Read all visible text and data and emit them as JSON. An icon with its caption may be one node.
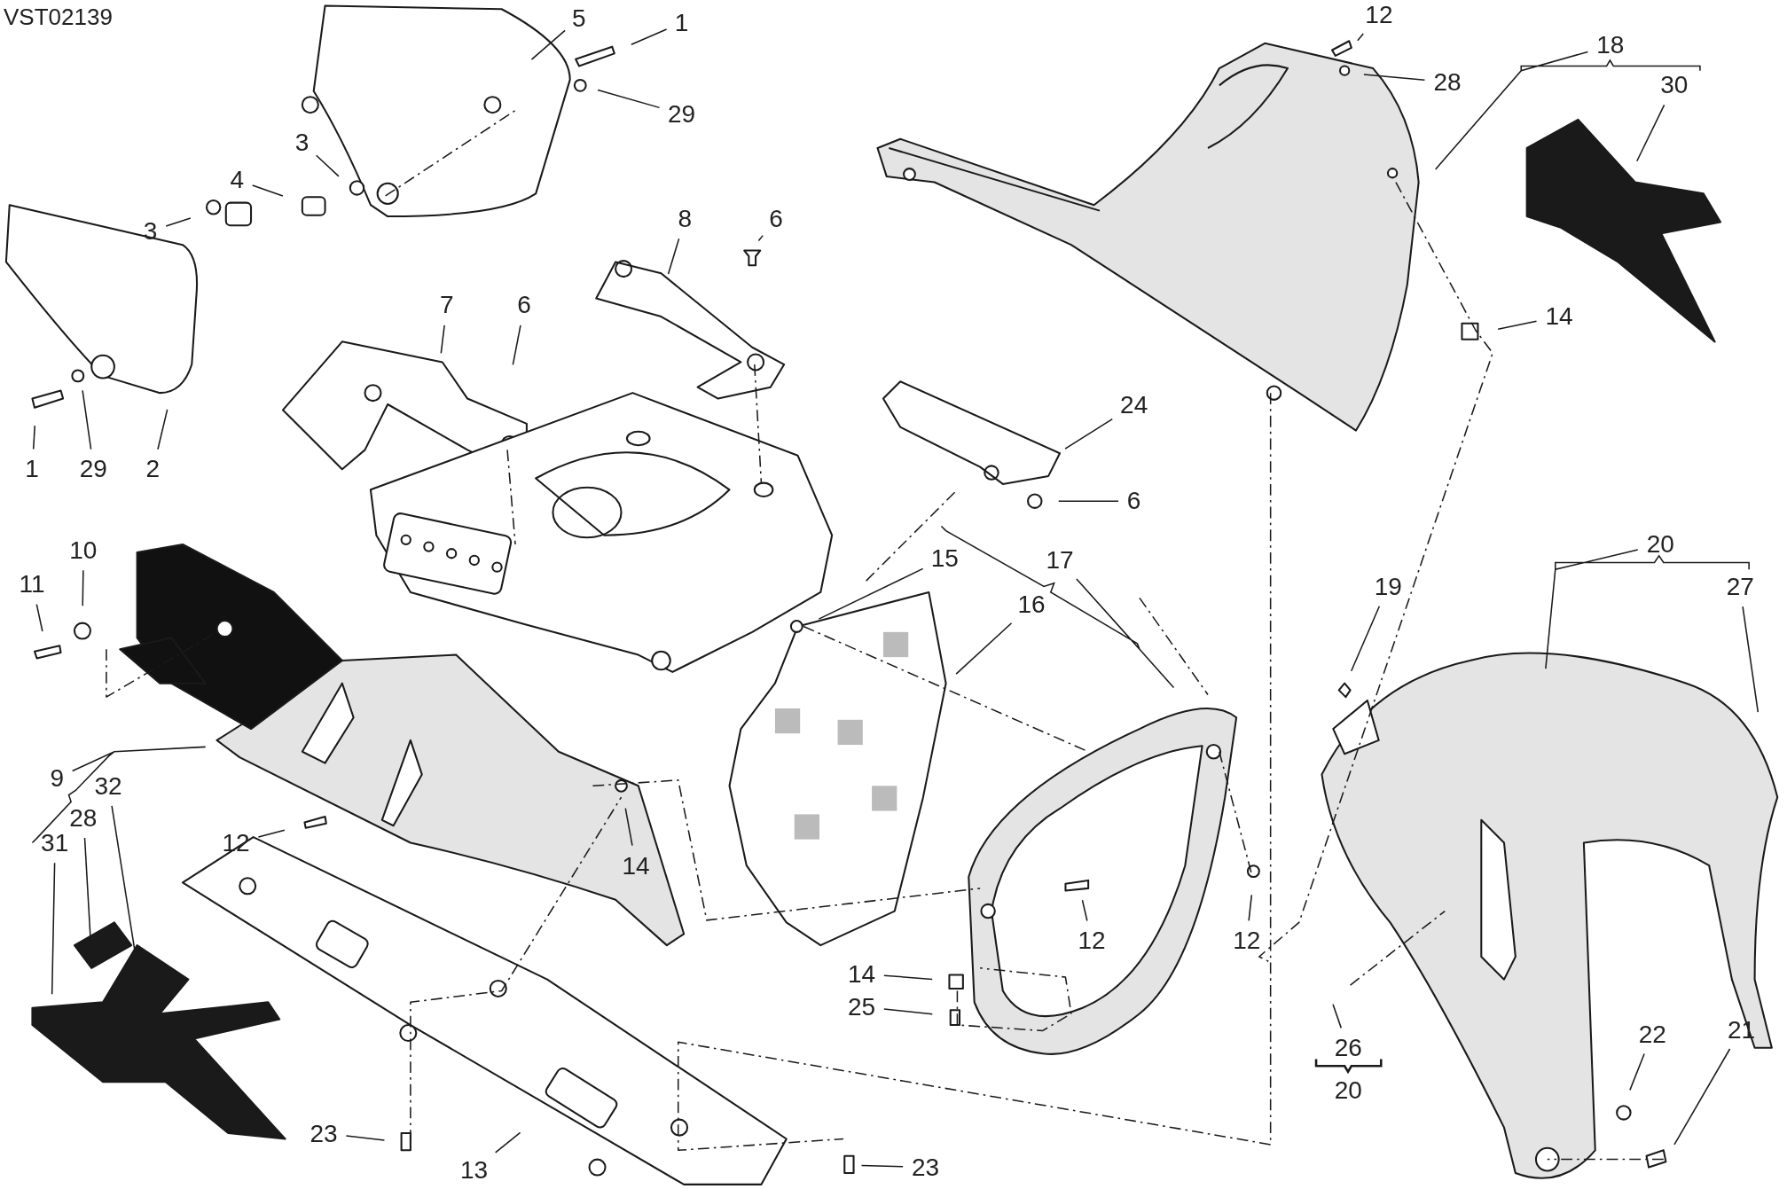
{
  "diagram": {
    "nodes": [
      {
        "text": [
          "5"
        ]
      },
      {
        "text": [
          "1"
        ]
      },
      {
        "text": [
          "29"
        ]
      },
      {
        "text": [
          "3"
        ]
      },
      {
        "text": [
          "4"
        ]
      },
      {
        "text": [
          "3"
        ]
      },
      {
        "text": [
          "8"
        ]
      },
      {
        "text": [
          "6"
        ]
      },
      {
        "text": [
          "7"
        ]
      },
      {
        "text": [
          "6"
        ]
      },
      {
        "text": [
          "1"
        ]
      },
      {
        "text": [
          "29"
        ]
      },
      {
        "text": [
          "2"
        ]
      },
      {
        "text": [
          "12"
        ]
      },
      {
        "text": [
          "18"
        ]
      },
      {
        "text": [
          "28"
        ]
      },
      {
        "text": [
          "30"
        ]
      },
      {
        "text": [
          "14"
        ]
      },
      {
        "text": [
          "24"
        ]
      },
      {
        "text": [
          "6"
        ]
      },
      {
        "text": [
          "10"
        ]
      },
      {
        "text": [
          "20"
        ]
      },
      {
        "text": [
          "15"
        ]
      },
      {
        "text": [
          "17"
        ]
      },
      {
        "text": [
          "11"
        ]
      },
      {
        "text": [
          "19"
        ]
      },
      {
        "text": [
          "27"
        ]
      },
      {
        "text": [
          "16"
        ]
      },
      {
        "text": [
          "9"
        ]
      },
      {
        "text": [
          "32"
        ]
      },
      {
        "text": [
          "28"
        ]
      },
      {
        "text": [
          "31"
        ]
      },
      {
        "text": [
          "12"
        ]
      },
      {
        "text": [
          "14"
        ]
      },
      {
        "text": [
          "12"
        ]
      },
      {
        "text": [
          "12"
        ]
      },
      {
        "text": [
          "14"
        ]
      },
      {
        "text": [
          "25"
        ]
      },
      {
        "text": [
          "22"
        ]
      },
      {
        "text": [
          "21"
        ]
      },
      {
        "text": [
          "26"
        ]
      },
      {
        "text": [
          "20"
        ]
      },
      {
        "text": [
          "23"
        ]
      },
      {
        "text": [
          "13"
        ]
      },
      {
        "text": [
          "23"
        ]
      }
    ],
    "edges": [
      {
        "from": 0,
        "to": null,
        "arrow": "none"
      },
      {
        "from": 1,
        "to": null,
        "arrow": "none"
      },
      {
        "from": 2,
        "to": null,
        "arrow": "none"
      },
      {
        "from": 3,
        "to": null,
        "arrow": "none"
      },
      {
        "from": 4,
        "to": null,
        "arrow": "none"
      },
      {
        "from": 5,
        "to": null,
        "arrow": "none"
      },
      {
        "from": 6,
        "to": null,
        "arrow": "none"
      },
      {
        "from": 7,
        "to": null,
        "arrow": "none"
      },
      {
        "from": 8,
        "to": null,
        "arrow": "none"
      },
      {
        "from": 9,
        "to": null,
        "arrow": "none"
      },
      {
        "from": 10,
        "to": null,
        "arrow": "none"
      },
      {
        "from": 11,
        "to": null,
        "arrow": "none"
      },
      {
        "from": 12,
        "to": null,
        "arrow": "none"
      },
      {
        "from": 13,
        "to": null,
        "arrow": "none"
      },
      {
        "from": 14,
        "to": null,
        "arrow": "none"
      },
      {
        "from": 15,
        "to": null,
        "arrow": "none"
      },
      {
        "from": 16,
        "to": null,
        "arrow": "none"
      },
      {
        "from": 17,
        "to": null,
        "arrow": "none"
      },
      {
        "from": 18,
        "to": null,
        "arrow": "none"
      },
      {
        "from": 19,
        "to": null,
        "arrow": "none"
      },
      {
        "from": 20,
        "to": null,
        "arrow": "none"
      },
      {
        "from": 21,
        "to": null,
        "arrow": "none"
      },
      {
        "from": 22,
        "to": null,
        "arrow": "none"
      },
      {
        "from": 23,
        "to": null,
        "arrow": "none"
      },
      {
        "from": 24,
        "to": null,
        "arrow": "none"
      },
      {
        "from": 25,
        "to": null,
        "arrow": "none"
      },
      {
        "from": 26,
        "to": null,
        "arrow": "none"
      },
      {
        "from": 27,
        "to": null,
        "arrow": "none"
      },
      {
        "from": 28,
        "to": null,
        "arrow": "none"
      },
      {
        "from": 29,
        "to": null,
        "arrow": "none"
      },
      {
        "from": 30,
        "to": null,
        "arrow": "none"
      },
      {
        "from": 31,
        "to": null,
        "arrow": "none"
      },
      {
        "from": 32,
        "to": null,
        "arrow": "none"
      },
      {
        "from": 33,
        "to": null,
        "arrow": "none"
      },
      {
        "from": 34,
        "to": null,
        "arrow": "none"
      },
      {
        "from": 35,
        "to": null,
        "arrow": "none"
      },
      {
        "from": 36,
        "to": null,
        "arrow": "none"
      },
      {
        "from": 37,
        "to": null,
        "arrow": "none"
      },
      {
        "from": 38,
        "to": null,
        "arrow": "none"
      },
      {
        "from": 39,
        "to": null,
        "arrow": "none"
      },
      {
        "from": 40,
        "to": null,
        "arrow": "none"
      },
      {
        "from": 42,
        "to": null,
        "arrow": "none"
      },
      {
        "from": 43,
        "to": null,
        "arrow": "none"
      },
      {
        "from": 44,
        "to": null,
        "arrow": "none"
      }
    ],
    "labels": [
      "VST02139"
    ]
  }
}
